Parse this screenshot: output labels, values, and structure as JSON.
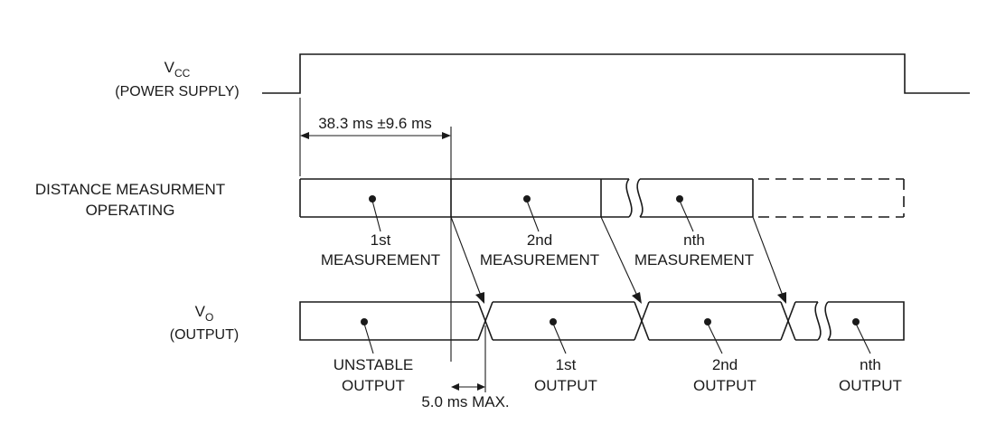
{
  "signals": {
    "vcc": {
      "main": "V",
      "sub": "CC",
      "desc": "(POWER SUPPLY)"
    },
    "distance": {
      "line1": "DISTANCE MEASURMENT",
      "line2": "OPERATING"
    },
    "vo": {
      "main": "V",
      "sub": "O",
      "desc": "(OUTPUT)"
    }
  },
  "timing": {
    "startup": "38.3 ms ±9.6 ms",
    "output_delay": "5.0 ms MAX."
  },
  "measurements": [
    {
      "l1": "1st",
      "l2": "MEASUREMENT"
    },
    {
      "l1": "2nd",
      "l2": "MEASUREMENT"
    },
    {
      "l1": "nth",
      "l2": "MEASUREMENT"
    }
  ],
  "outputs": [
    {
      "l1": "UNSTABLE",
      "l2": "OUTPUT"
    },
    {
      "l1": "1st",
      "l2": "OUTPUT"
    },
    {
      "l1": "2nd",
      "l2": "OUTPUT"
    },
    {
      "l1": "nth",
      "l2": "OUTPUT"
    }
  ]
}
